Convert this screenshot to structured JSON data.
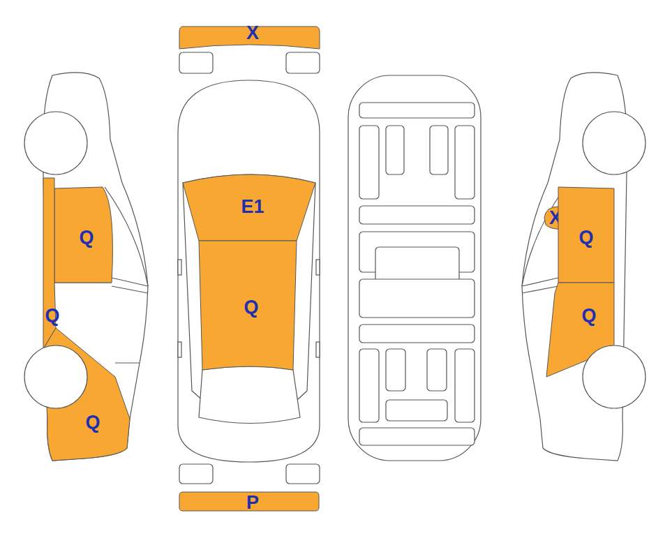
{
  "diagram": {
    "nodes": [
      {
        "text": [
          "X"
        ]
      },
      {
        "text": [
          "E1"
        ]
      },
      {
        "text": [
          "Q"
        ]
      },
      {
        "text": [
          "X"
        ]
      },
      {
        "text": [
          "Q"
        ]
      },
      {
        "text": [
          "Q"
        ]
      },
      {
        "text": [
          "Q"
        ]
      },
      {
        "text": [
          "Q"
        ]
      },
      {
        "text": [
          "Q"
        ]
      },
      {
        "text": [
          "P"
        ]
      }
    ]
  }
}
